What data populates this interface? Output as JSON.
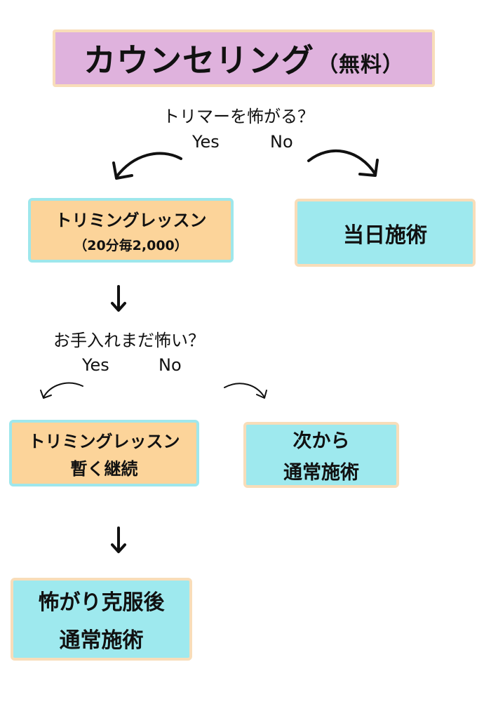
{
  "title": {
    "main": "カウンセリング",
    "sub": "（無料）"
  },
  "questions": [
    {
      "text": "トリマーを怖がる？",
      "yes": "Yes",
      "no": "No"
    },
    {
      "text": "お手入れまだ怖い？",
      "yes": "Yes",
      "no": "No"
    }
  ],
  "boxes": {
    "lesson": {
      "line1": "トリミングレッスン",
      "line2": "（20分毎2,000）"
    },
    "same_day": {
      "line1": "当日施術"
    },
    "lesson_continue": {
      "line1": "トリミングレッスン",
      "line2": "暫く継続"
    },
    "next_time": {
      "line1": "次から",
      "line2": "通常施術"
    },
    "after_overcome": {
      "line1": "怖がり克服後",
      "line2": "通常施術"
    }
  },
  "colors": {
    "title_fill": "#dfb2dd",
    "orange_fill": "#fcd49a",
    "cyan_fill": "#9ee9ee",
    "border_peach": "#f8ddb9",
    "border_cyan": "#9ee7ec"
  }
}
